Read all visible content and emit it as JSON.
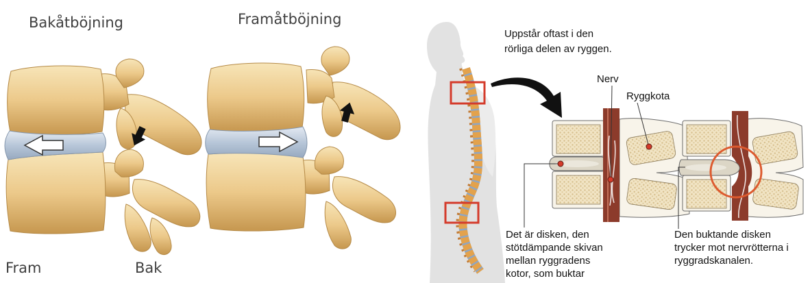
{
  "diagram": {
    "backward_bending_label": "Bakåtböjning",
    "forward_bending_label": "Framåtböjning",
    "front_label": "Fram",
    "back_label": "Bak",
    "occurrence_note": [
      "Uppstår oftast i den",
      "rörliga delen av ryggen."
    ],
    "nerve_label": "Nerv",
    "vertebra_label": "Ryggkota",
    "disc_caption": [
      "Det är disken, den",
      "stötdämpande skivan",
      "mellan ryggradens",
      "kotor, som buktar"
    ],
    "bulging_disc_caption": [
      "Den buktande disken",
      "trycker mot nervrötterna i",
      "ryggradskanalen."
    ]
  },
  "colors": {
    "bone": "#ecc98a",
    "disc": "#b8c7d9",
    "highlight": "#d43b2b",
    "nerve": "#8c3b2b",
    "silhouette": "#e2e2e2",
    "spine": "#e3a24c",
    "callout_circle": "#dd5a2e"
  }
}
